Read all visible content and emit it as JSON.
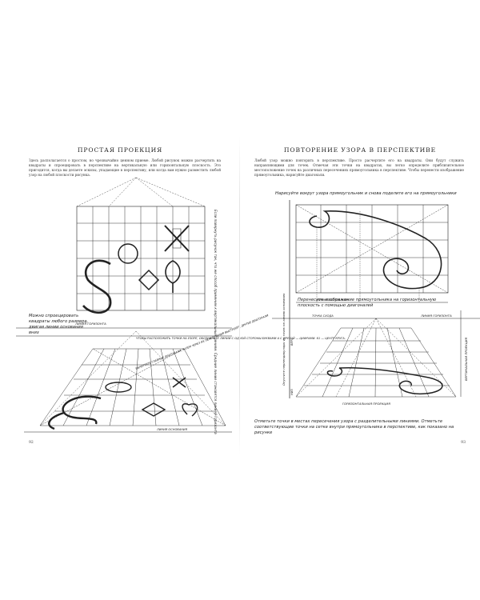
{
  "left_page": {
    "title": "ПРОСТАЯ ПРОЕКЦИЯ",
    "body": "Здесь располагается о простом, но чрезвычайно ценном приеме. Любой рисунок можно расчертить на квадраты и спроецировать в перспективе на вертикальную или горизонтальную плоскость. Это пригодится, когда вы делаете эскизы, упадающие в перспективу, или когда вам нужно разместить любой узор на любой плоскости рисунка.",
    "fig_horizon_label": "ЛИНИЯ ГОРИЗОНТА",
    "fig_side_note": "Если повернуть рисунок так, что же способ применим к вертикальным линиям. Средние линии становятся линией горизонта",
    "fig_center_note": "ЧТОБЫ РАСПОЛОЖИТЬ ТОЧКИ НА УЗОРЕ, ОБОЗНАЧЬТЕ ЛИНИИ С ОДНОЙ СТОРОНЫ БУКВАМИ А С ДРУГОЙ — ЦИФРАМИ. 61 — ЦЕНТР КРУГА.",
    "fig_diag_note": "ВЫЧЕРТИТЕ ГЛАВНЫЕ ДИАГОНАЛИ, ЗАТЕМ ЧЕРЕЗ ИХ ПЕРЕСЕЧЕНИЯ ВЫСТРОЙТЕ ДРУГИЕ ДИАГОНАЛИ",
    "fig_bottom_label": "ЛИНИЯ ОСНОВАНИЯ",
    "note_shrink": "Можно спроецировать квадраты любого размера, двигая линии основания вниз",
    "folio": "92"
  },
  "right_page": {
    "title": "ПОВТОРЕНИЕ УЗОРА В ПЕРСПЕКТИВЕ",
    "body": "Любой узор можно повторить в перспективе. Просто расчертите его на квадраты. Они будут служить направляющими для точек. Отмечая эти точки на квадратах, вы легко определите приблизительное местоположение точек на различных пересечениях прямоугольника в перспективе. Чтобы перенести изображение прямоугольника, нарисуйте диагонали.",
    "caption_top": "Нарисуйте вокруг узора прямоугольник и снова поделите его на прямоугольники",
    "fig_base_label": "ЛИНИЯ ОСНОВАНИЯ",
    "fig_side_label_left": "Опустите перпендикуляры из точек на линию основания",
    "caption_mid": "Перенесите изображение прямоугольника на горизонтальную плоскость с помощью диагоналей",
    "fig_horizon_label": "ЛИНИЯ ГОРИЗОНТА",
    "fig_vp_label": "ТОЧКА СХОДА",
    "fig_vertical_proj": "ВЕРТИКАЛЬНАЯ ПРОЕКЦИЯ",
    "fig_top_tag": "ВЕРХ",
    "fig_bottom_tag": "НИЗ",
    "fig_horizontal_proj": "ГОРИЗОНТАЛЬНАЯ ПРОЕКЦИЯ",
    "caption_bottom": "Отметьте точки в местах пересечения узора с разделительными линиями. Отметьте соответствующие точки на сетке внутри прямоугольника в перспективе, как показано на рисунке",
    "folio": "93"
  }
}
